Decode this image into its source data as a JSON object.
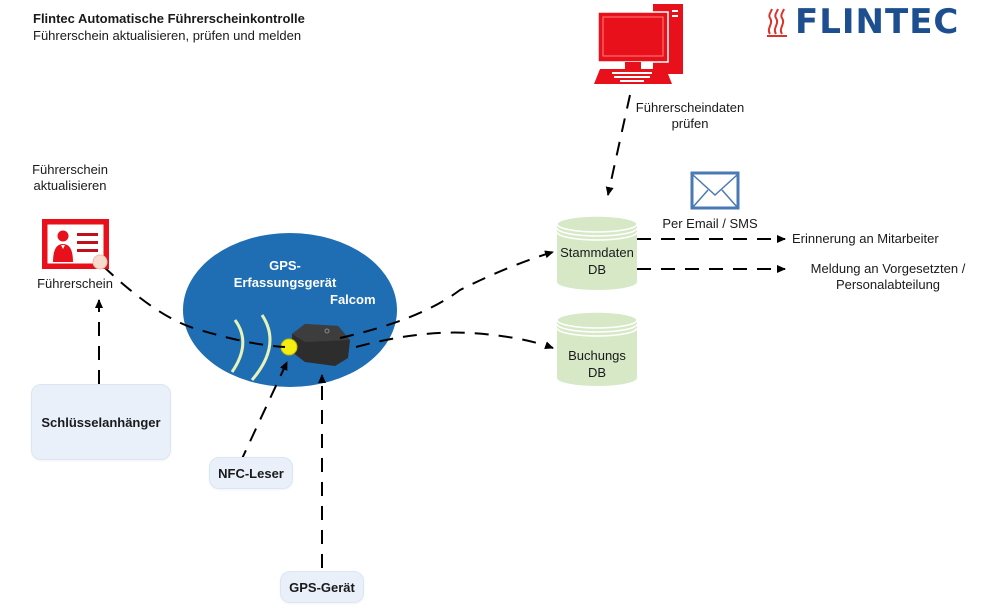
{
  "header": {
    "title": "Flintec Automatische Führerscheinkontrolle",
    "subtitle": "Führerschein aktualisieren, prüfen und melden"
  },
  "logo": {
    "text": "FLINTEC",
    "icon": "flame-icon",
    "text_color": "#1d4e8f",
    "icon_color": "#d9342b"
  },
  "nodes": {
    "computer": {
      "icon": "computer-icon",
      "label_line1": "Führerscheindaten",
      "label_line2": "prüfen",
      "color": "#e8101a"
    },
    "license": {
      "icon": "id-card-icon",
      "top_label_line1": "Führerschein",
      "top_label_line2": "aktualisieren",
      "label": "Führerschein",
      "color": "#e8101a"
    },
    "gps_device": {
      "line1": "GPS-",
      "line2": "Erfassungsgerät",
      "line3": "Falcom",
      "color": "#1f6db3"
    },
    "master_db": {
      "line1": "Stammdaten",
      "line2": "DB"
    },
    "booking_db": {
      "line1": "Buchungs",
      "line2": "DB"
    },
    "email": {
      "icon": "envelope-icon",
      "label": "Per Email / SMS"
    },
    "reminder": {
      "label": "Erinnerung an Mitarbeiter"
    },
    "report": {
      "label_line1": "Meldung an Vorgesetzten /",
      "label_line2": "Personalabteilung"
    },
    "keyfob": {
      "label": "Schlüsselanhänger"
    },
    "nfc": {
      "label": "NFC-Leser"
    },
    "gps": {
      "label": "GPS-Gerät"
    }
  },
  "colors": {
    "db_fill": "#d6e8c6",
    "box_fill": "#e9f0fa",
    "ellipse": "#1f6db3",
    "accent_red": "#e8101a"
  }
}
